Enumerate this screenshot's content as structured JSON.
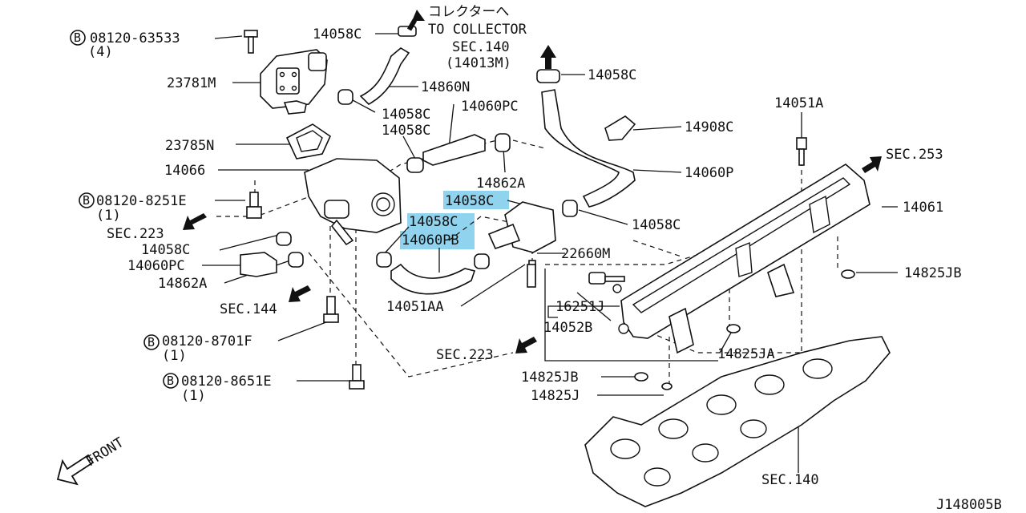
{
  "labels": {
    "collector_jp": "コレクターへ",
    "collector_en": "TO COLLECTOR",
    "sec140_top": "SEC.140",
    "sec140_top_sub": "(14013M)",
    "p14058c_a": "14058C",
    "p14058c_b": "14058C",
    "p14058c_c": "14058C",
    "p14058c_d": "14058C",
    "p14058c_e": "14058C",
    "p14058c_f": "14058C",
    "p14058c_hl1": "14058C",
    "p14058c_hl2": "14058C",
    "p14060pb_hl": "14060PB",
    "bolt_08120_63533": "08120-63533",
    "qty_4": "(4)",
    "p23781m": "23781M",
    "p14860n": "14860N",
    "p14060pc_top": "14060PC",
    "p23785n": "23785N",
    "p14066": "14066",
    "p14862a_mid": "14862A",
    "bolt_08120_8251e": "08120-8251E",
    "qty_1_a": "(1)",
    "sec223_left": "SEC.223",
    "p14060pc_left": "14060PC",
    "p14862a_left": "14862A",
    "sec144": "SEC.144",
    "bolt_08120_8701f": "08120-8701F",
    "qty_1_b": "(1)",
    "bolt_08120_8651e": "08120-8651E",
    "qty_1_c": "(1)",
    "p14051a": "14051A",
    "p14908c": "14908C",
    "sec253": "SEC.253",
    "p14060p": "14060P",
    "p14061": "14061",
    "p22660m": "22660M",
    "p14825jb_right": "14825JB",
    "p16251j": "16251J",
    "p14051aa": "14051AA",
    "p14052b": "14052B",
    "sec223_mid": "SEC.223",
    "p14825ja": "14825JA",
    "p14825jb_bottom": "14825JB",
    "p14825j": "14825J",
    "front": "FRONT",
    "sec140_bottom": "SEC.140",
    "diagram_id": "J148005B",
    "bolt_symbol": "B"
  },
  "colors": {
    "ink": "#111111",
    "highlight": "#8fd3ef",
    "background": "#ffffff"
  }
}
